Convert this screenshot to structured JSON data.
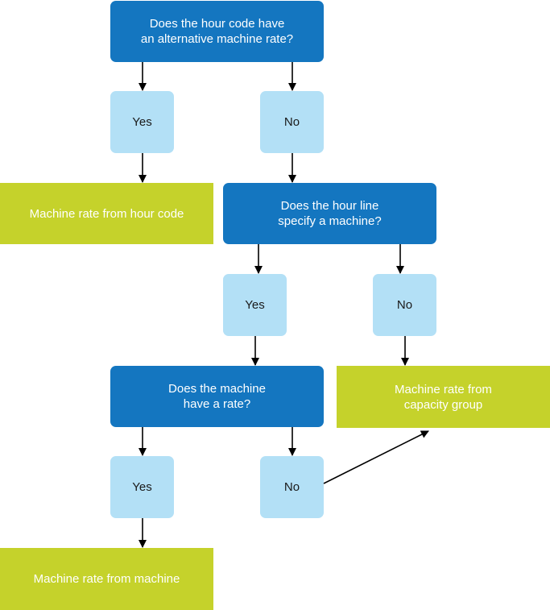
{
  "questions": {
    "q1": "Does the hour code have\nan alternative machine rate?",
    "q2": "Does the hour line\nspecify a machine?",
    "q3": "Does the machine\nhave a rate?"
  },
  "answers": {
    "a1_yes": "Yes",
    "a1_no": "No",
    "a2_yes": "Yes",
    "a2_no": "No",
    "a3_yes": "Yes",
    "a3_no": "No"
  },
  "results": {
    "r1": "Machine rate from hour code",
    "r2": "Machine rate from\ncapacity group",
    "r3": "Machine rate from machine"
  },
  "colors": {
    "question_box": "#1476c0",
    "answer_box": "#b3e0f6",
    "result_box": "#c5d22b",
    "arrow": "#000000"
  }
}
